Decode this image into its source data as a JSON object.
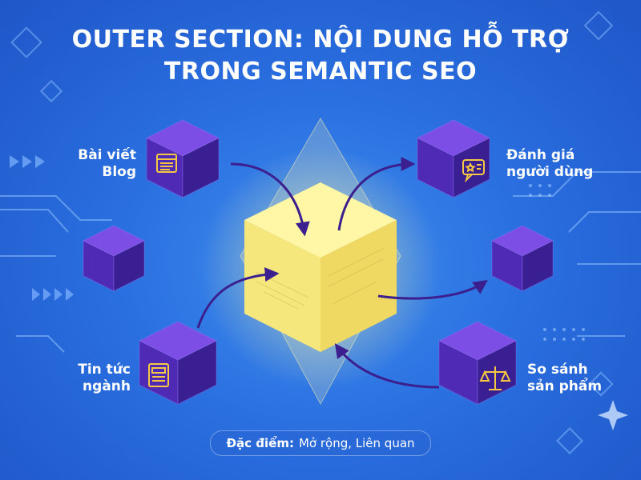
{
  "title": {
    "line1": "OUTER SECTION: NỘI DUNG HỖ TRỢ",
    "line2": "TRONG SEMANTIC SEO"
  },
  "nodes": {
    "blog": {
      "line1": "Bài viết",
      "line2": "Blog",
      "icon": "blog-article-icon"
    },
    "review": {
      "line1": "Đánh giá",
      "line2": "người dùng",
      "icon": "review-star-chat-icon"
    },
    "news": {
      "line1": "Tin tức",
      "line2": "ngành",
      "icon": "news-document-icon"
    },
    "compare": {
      "line1": "So sánh",
      "line2": "sản phẩm",
      "icon": "scale-balance-icon"
    }
  },
  "footer": {
    "label": "Đặc điểm:",
    "value": "Mở rộng, Liên quan"
  },
  "colors": {
    "background": "#2a6fe0",
    "cube_top": "#7c4ee6",
    "cube_left": "#4f2bb5",
    "cube_right": "#3a1f93",
    "core": "#f7ec8a",
    "arrow": "#4a2aa0"
  }
}
